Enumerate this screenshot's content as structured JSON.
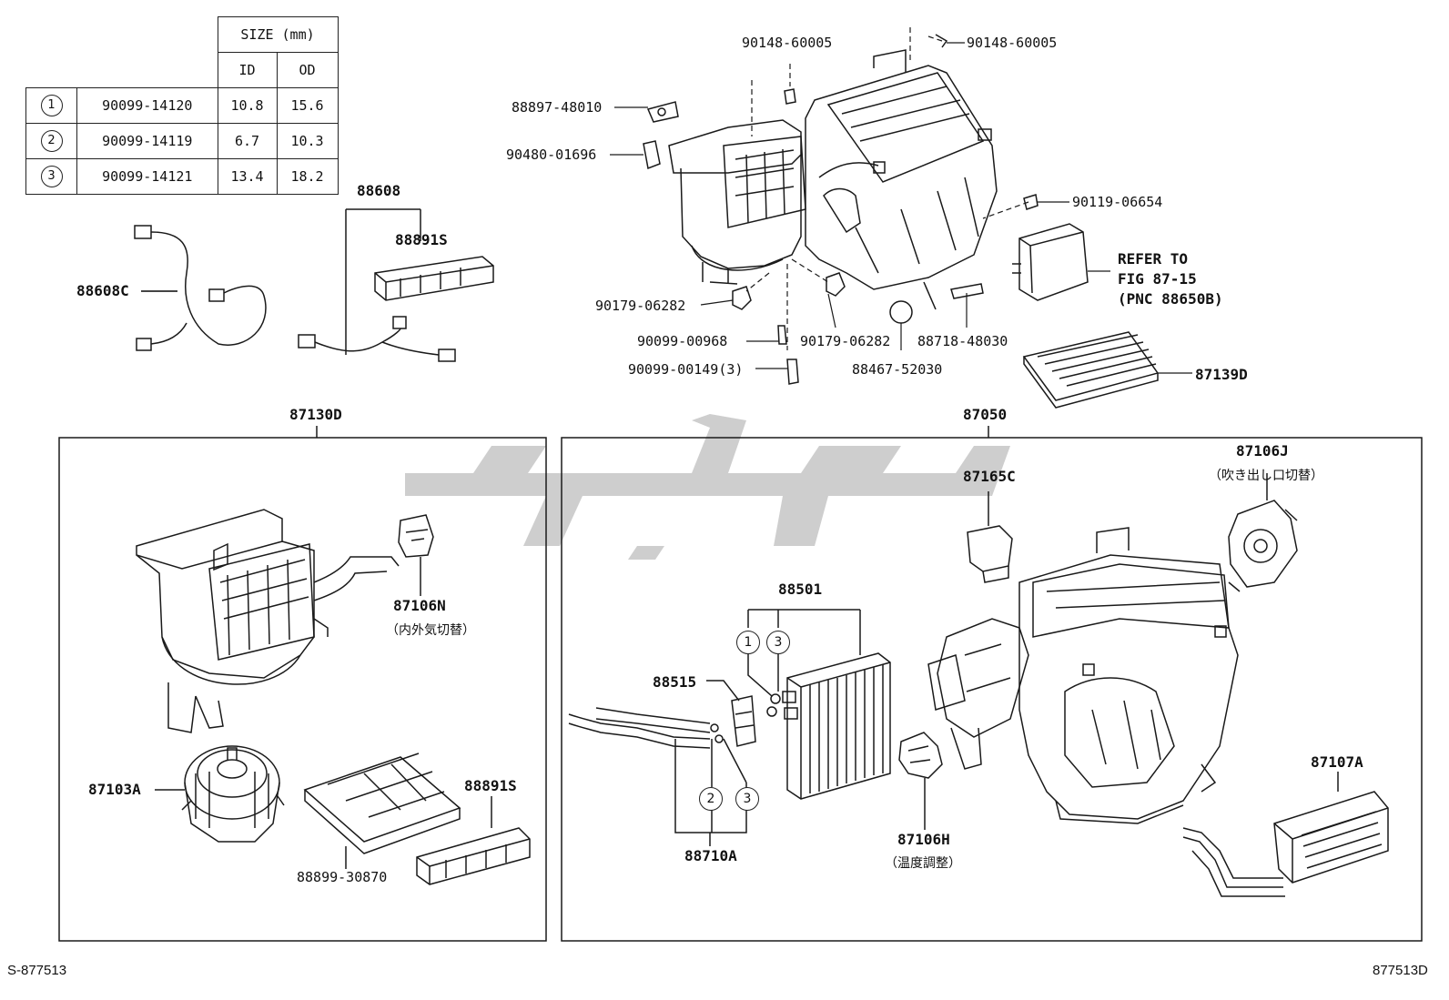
{
  "size_table": {
    "header": "SIZE (mm)",
    "col_id": "ID",
    "col_od": "OD",
    "rows": [
      {
        "no": "1",
        "part": "90099-14120",
        "id": "10.8",
        "od": "15.6"
      },
      {
        "no": "2",
        "part": "90099-14119",
        "id": "6.7",
        "od": "10.3"
      },
      {
        "no": "3",
        "part": "90099-14121",
        "id": "13.4",
        "od": "18.2"
      }
    ]
  },
  "labels": {
    "p88608": "88608",
    "p88891s_top": "88891S",
    "p88608c": "88608C",
    "p90148_a": "90148-60005",
    "p90148_b": "90148-60005",
    "p88897": "88897-48010",
    "p90480": "90480-01696",
    "p90119": "90119-06654",
    "refer1": "REFER TO",
    "refer2": "FIG 87-15",
    "refer3": "(PNC 88650B)",
    "p90179_a": "90179-06282",
    "p90099_968": "90099-00968",
    "p90179_b": "90179-06282",
    "p88718": "88718-48030",
    "p90099_149": "90099-00149(3)",
    "p88467": "88467-52030",
    "p87139d": "87139D",
    "p87130d": "87130D",
    "p87050": "87050",
    "p87106n": "87106N",
    "jp_87106n": "（内外気切替）",
    "p87103a": "87103A",
    "p88891s_bot": "88891S",
    "p88899": "88899-30870",
    "p87165c": "87165C",
    "p87106j": "87106J",
    "jp_87106j": "（吹き出し口切替）",
    "p88501": "88501",
    "p88515": "88515",
    "p88710a": "88710A",
    "p87106h": "87106H",
    "jp_87106h": "（温度調整）",
    "p87107a": "87107A",
    "c1": "1",
    "c3a": "3",
    "c2": "2",
    "c3b": "3"
  },
  "footer": {
    "left": "S-877513",
    "right": "877513D"
  }
}
